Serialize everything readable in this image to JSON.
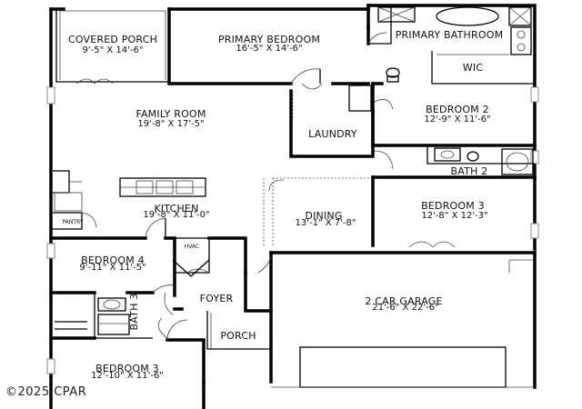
{
  "rooms": {
    "covered_porch": {
      "name": "COVERED PORCH",
      "dim": "9'-5\" X 14'-6\""
    },
    "primary_bedroom": {
      "name": "PRIMARY BEDROOM",
      "dim": "16'-5\" X 14'-6\""
    },
    "primary_bathroom": {
      "name": "PRIMARY BATHROOM"
    },
    "wic": {
      "name": "WIC"
    },
    "family_room": {
      "name": "FAMILY ROOM",
      "dim": "19'-8\" X 17'-5\""
    },
    "laundry": {
      "name": "LAUNDRY"
    },
    "bedroom_2": {
      "name": "BEDROOM 2",
      "dim": "12'-9\" X 11'-6\""
    },
    "bath_2": {
      "name": "BATH 2"
    },
    "kitchen": {
      "name": "KITCHEN",
      "dim": "19'-8\" X 11'-0\""
    },
    "pantry": {
      "name": "PANTRY"
    },
    "dining": {
      "name": "DINING",
      "dim": "13'-1\" X 7'-8\""
    },
    "bedroom_3_right": {
      "name": "BEDROOM 3",
      "dim": "12'-8\" X 12'-3\""
    },
    "hvac": {
      "name": "HVAC"
    },
    "bedroom_4": {
      "name": "BEDROOM 4",
      "dim": "9'-11\" X 11'-5\""
    },
    "foyer": {
      "name": "FOYER"
    },
    "garage": {
      "name": "2 CAR GARAGE",
      "dim": "21'-6\" X 22'-6\""
    },
    "bath_3": {
      "name": "BATH 3"
    },
    "porch": {
      "name": "PORCH"
    },
    "bedroom_3_left": {
      "name": "BEDROOM 3",
      "dim": "12'-10\" X 11'-6\""
    }
  },
  "watermark": "©2025 CPAR"
}
